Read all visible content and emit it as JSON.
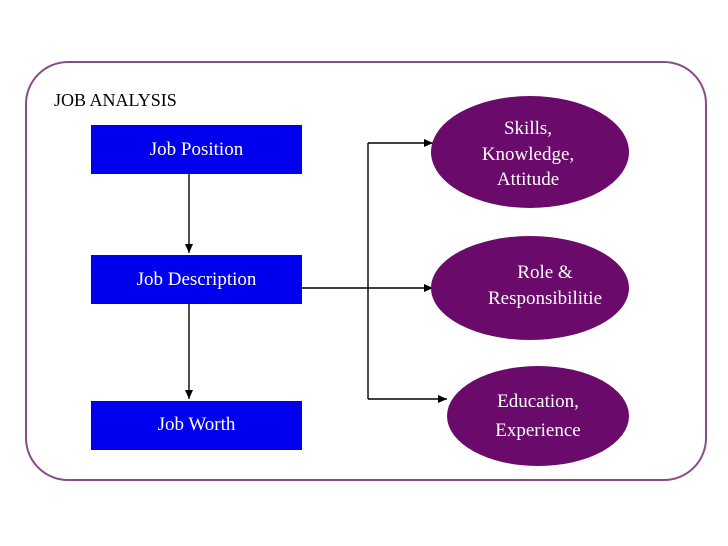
{
  "title": "JOB ANALYSIS",
  "colors": {
    "box_fill": "#0000ee",
    "ellipse_fill": "#6a0a6a",
    "frame_stroke": "#8a4b8c",
    "connector": "#000000"
  },
  "boxes": [
    {
      "id": "job-position",
      "label": "Job Position"
    },
    {
      "id": "job-description",
      "label": "Job Description"
    },
    {
      "id": "job-worth",
      "label": "Job Worth"
    }
  ],
  "ellipses": [
    {
      "id": "skills",
      "lines": [
        "Skills,",
        "Knowledge,",
        "Attitude"
      ]
    },
    {
      "id": "role",
      "lines": [
        "Role &",
        "Responsibilitie"
      ]
    },
    {
      "id": "education",
      "lines": [
        "Education,",
        "Experience"
      ]
    }
  ]
}
